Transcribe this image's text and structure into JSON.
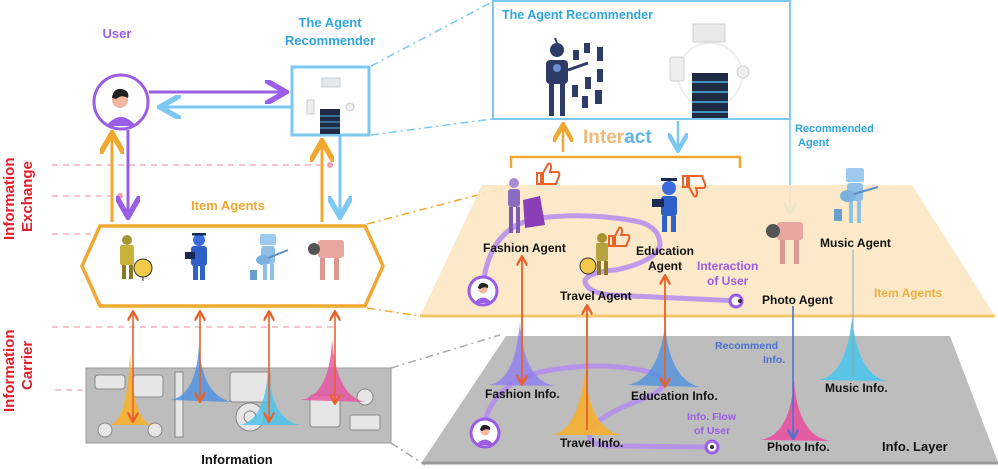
{
  "colors": {
    "user": "#9b5de5",
    "recommender": "#4fb6e8",
    "item_agents": "#f0a830",
    "side_label": "#e0202a",
    "info_arrow": "#e8622a",
    "item_plane": "#fbe7c3",
    "info_plane": "#bdbdbd",
    "dashed_guide": "#eea0b0",
    "fashion_peak": "#8f7ff0",
    "travel_peak": "#f5b02f",
    "education_peak": "#4a90e2",
    "photo_peak": "#e7509e",
    "music_peak": "#4fc3ea"
  },
  "left": {
    "user_label": "User",
    "recommender_label_line1": "The Agent",
    "recommender_label_line2": "Recommender",
    "item_agents_label": "Item Agents",
    "information_label": "Information",
    "side_labels": {
      "exchange_line1": "Information",
      "exchange_line2": "Exchange",
      "carrier_line1": "Information",
      "carrier_line2": "Carrier"
    },
    "agents": [
      "travel-agent-icon",
      "education-agent-icon",
      "music-agent-icon",
      "photo-agent-icon"
    ]
  },
  "right": {
    "recommender_title": "The Agent Recommender",
    "interact_part1": "Inter",
    "interact_part2": "act",
    "recommended_agent_line1": "Recommended",
    "recommended_agent_line2": "Agent",
    "item_layer_label": "Item Agents",
    "interaction_of_user_line1": "Interaction",
    "interaction_of_user_line2": "of User",
    "agents": {
      "fashion": "Fashion Agent",
      "travel": "Travel Agent",
      "education_line1": "Education",
      "education_line2": "Agent",
      "photo": "Photo Agent",
      "music": "Music Agent"
    },
    "info": {
      "fashion": "Fashion Info.",
      "travel": "Travel Info.",
      "education": "Education Info.",
      "photo": "Photo Info.",
      "music": "Music Info."
    },
    "recommend_info_line1": "Recommend",
    "recommend_info_line2": "Info.",
    "info_flow_line1": "Info. Flow",
    "info_flow_line2": "of User",
    "info_layer_label": "Info. Layer",
    "feedback": {
      "fashion": "thumbs-up",
      "travel": "thumbs-up",
      "education": "thumbs-down"
    }
  }
}
